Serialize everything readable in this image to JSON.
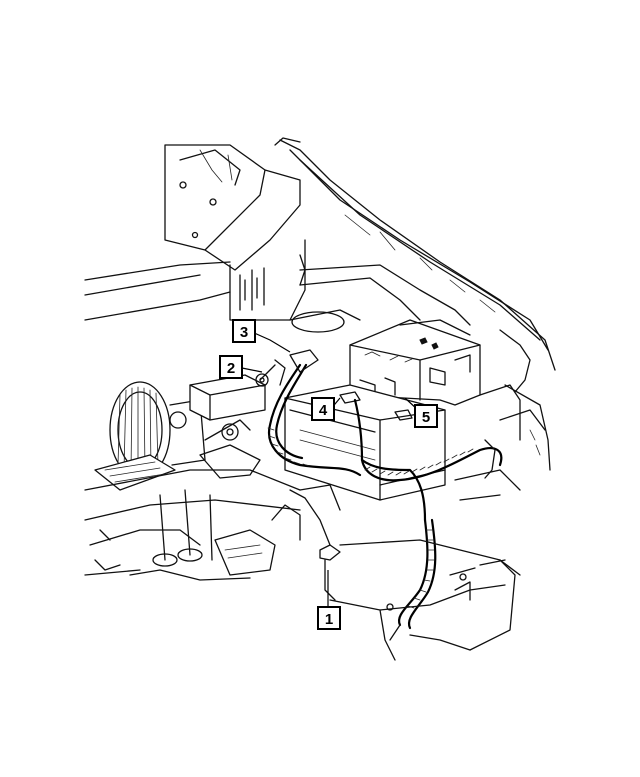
{
  "callouts": [
    {
      "id": "callout-1",
      "label": "1"
    },
    {
      "id": "callout-2",
      "label": "2"
    },
    {
      "id": "callout-3",
      "label": "3"
    },
    {
      "id": "callout-4",
      "label": "4"
    },
    {
      "id": "callout-5",
      "label": "5"
    }
  ]
}
